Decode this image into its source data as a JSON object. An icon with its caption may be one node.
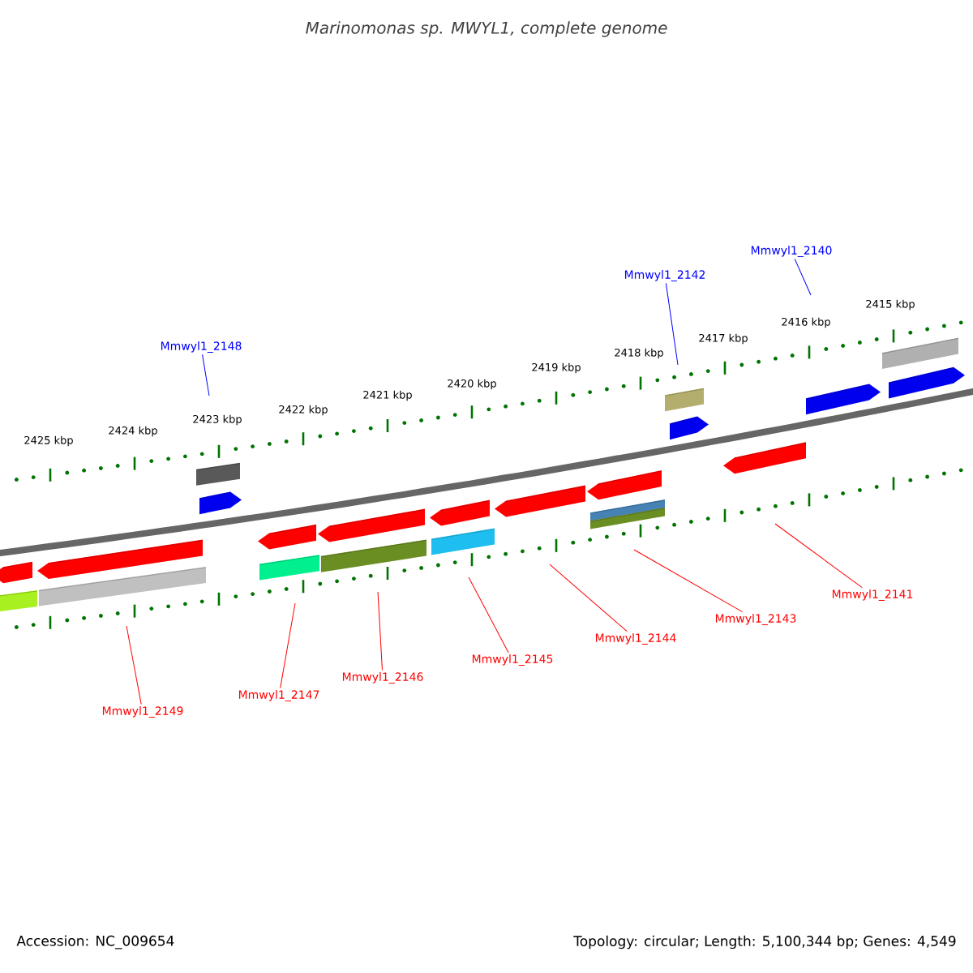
{
  "diagram": {
    "title": "Marinomonas sp. MWYL1, complete genome",
    "nodes": [
      {
        "text": [
          "Mmwyl1_2148"
        ]
      },
      {
        "text": [
          "Mmwyl1_2142"
        ]
      },
      {
        "text": [
          "Mmwyl1_2140"
        ]
      },
      {
        "text": [
          "Mmwyl1_2149"
        ]
      },
      {
        "text": [
          "Mmwyl1_2147"
        ]
      },
      {
        "text": [
          "Mmwyl1_2146"
        ]
      },
      {
        "text": [
          "Mmwyl1_2145"
        ]
      },
      {
        "text": [
          "Mmwyl1_2144"
        ]
      },
      {
        "text": [
          "Mmwyl1_2143"
        ]
      },
      {
        "text": [
          "Mmwyl1_2141"
        ]
      }
    ],
    "edges": [
      {
        "from": 0,
        "to": null,
        "arrow": "none",
        "color": "#0000ff"
      },
      {
        "from": 1,
        "to": null,
        "arrow": "none",
        "color": "#0000ff"
      },
      {
        "from": 2,
        "to": null,
        "arrow": "none",
        "color": "#0000ff"
      },
      {
        "from": 3,
        "to": null,
        "arrow": "none"
      },
      {
        "from": 4,
        "to": null,
        "arrow": "none"
      },
      {
        "from": 5,
        "to": null,
        "arrow": "none"
      },
      {
        "from": 6,
        "to": null,
        "arrow": "none"
      },
      {
        "from": 7,
        "to": null,
        "arrow": "none"
      },
      {
        "from": 8,
        "to": null,
        "arrow": "none"
      },
      {
        "from": 9,
        "to": null,
        "arrow": "none"
      }
    ],
    "labels": [
      "2425 kbp",
      "2424 kbp",
      "2423 kbp",
      "2422 kbp",
      "2421 kbp",
      "2420 kbp",
      "2419 kbp",
      "2418 kbp",
      "2417 kbp",
      "2416 kbp",
      "2415 kbp",
      "Accession: NC_009654",
      "Topology: circular; Length: 5,100,344 bp; Genes: 4,549"
    ]
  }
}
